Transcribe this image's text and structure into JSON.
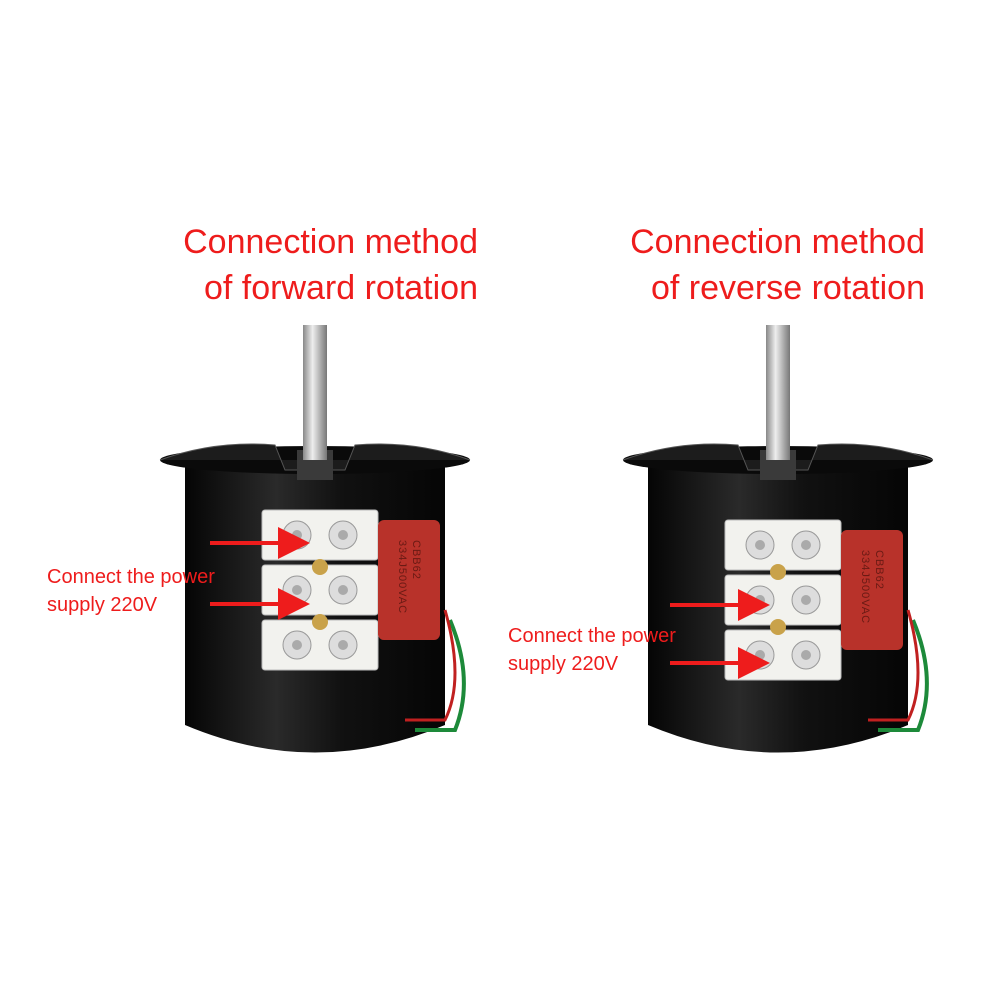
{
  "panels": [
    {
      "title_line1": "Connection method",
      "title_line2": "of forward rotation",
      "label_line1": "Connect the power",
      "label_line2": "supply 220V",
      "capacitor_text": "CBB62 334J500VAC"
    },
    {
      "title_line1": "Connection method",
      "title_line2": "of reverse rotation",
      "label_line1": "Connect the power",
      "label_line2": "supply 220V",
      "capacitor_text": "CBB62 334J500VAC"
    }
  ],
  "colors": {
    "annotation": "#ee1c1c",
    "motor_body": "#141414",
    "capacitor": "#b8322a",
    "terminal": "#f2f2ee"
  }
}
